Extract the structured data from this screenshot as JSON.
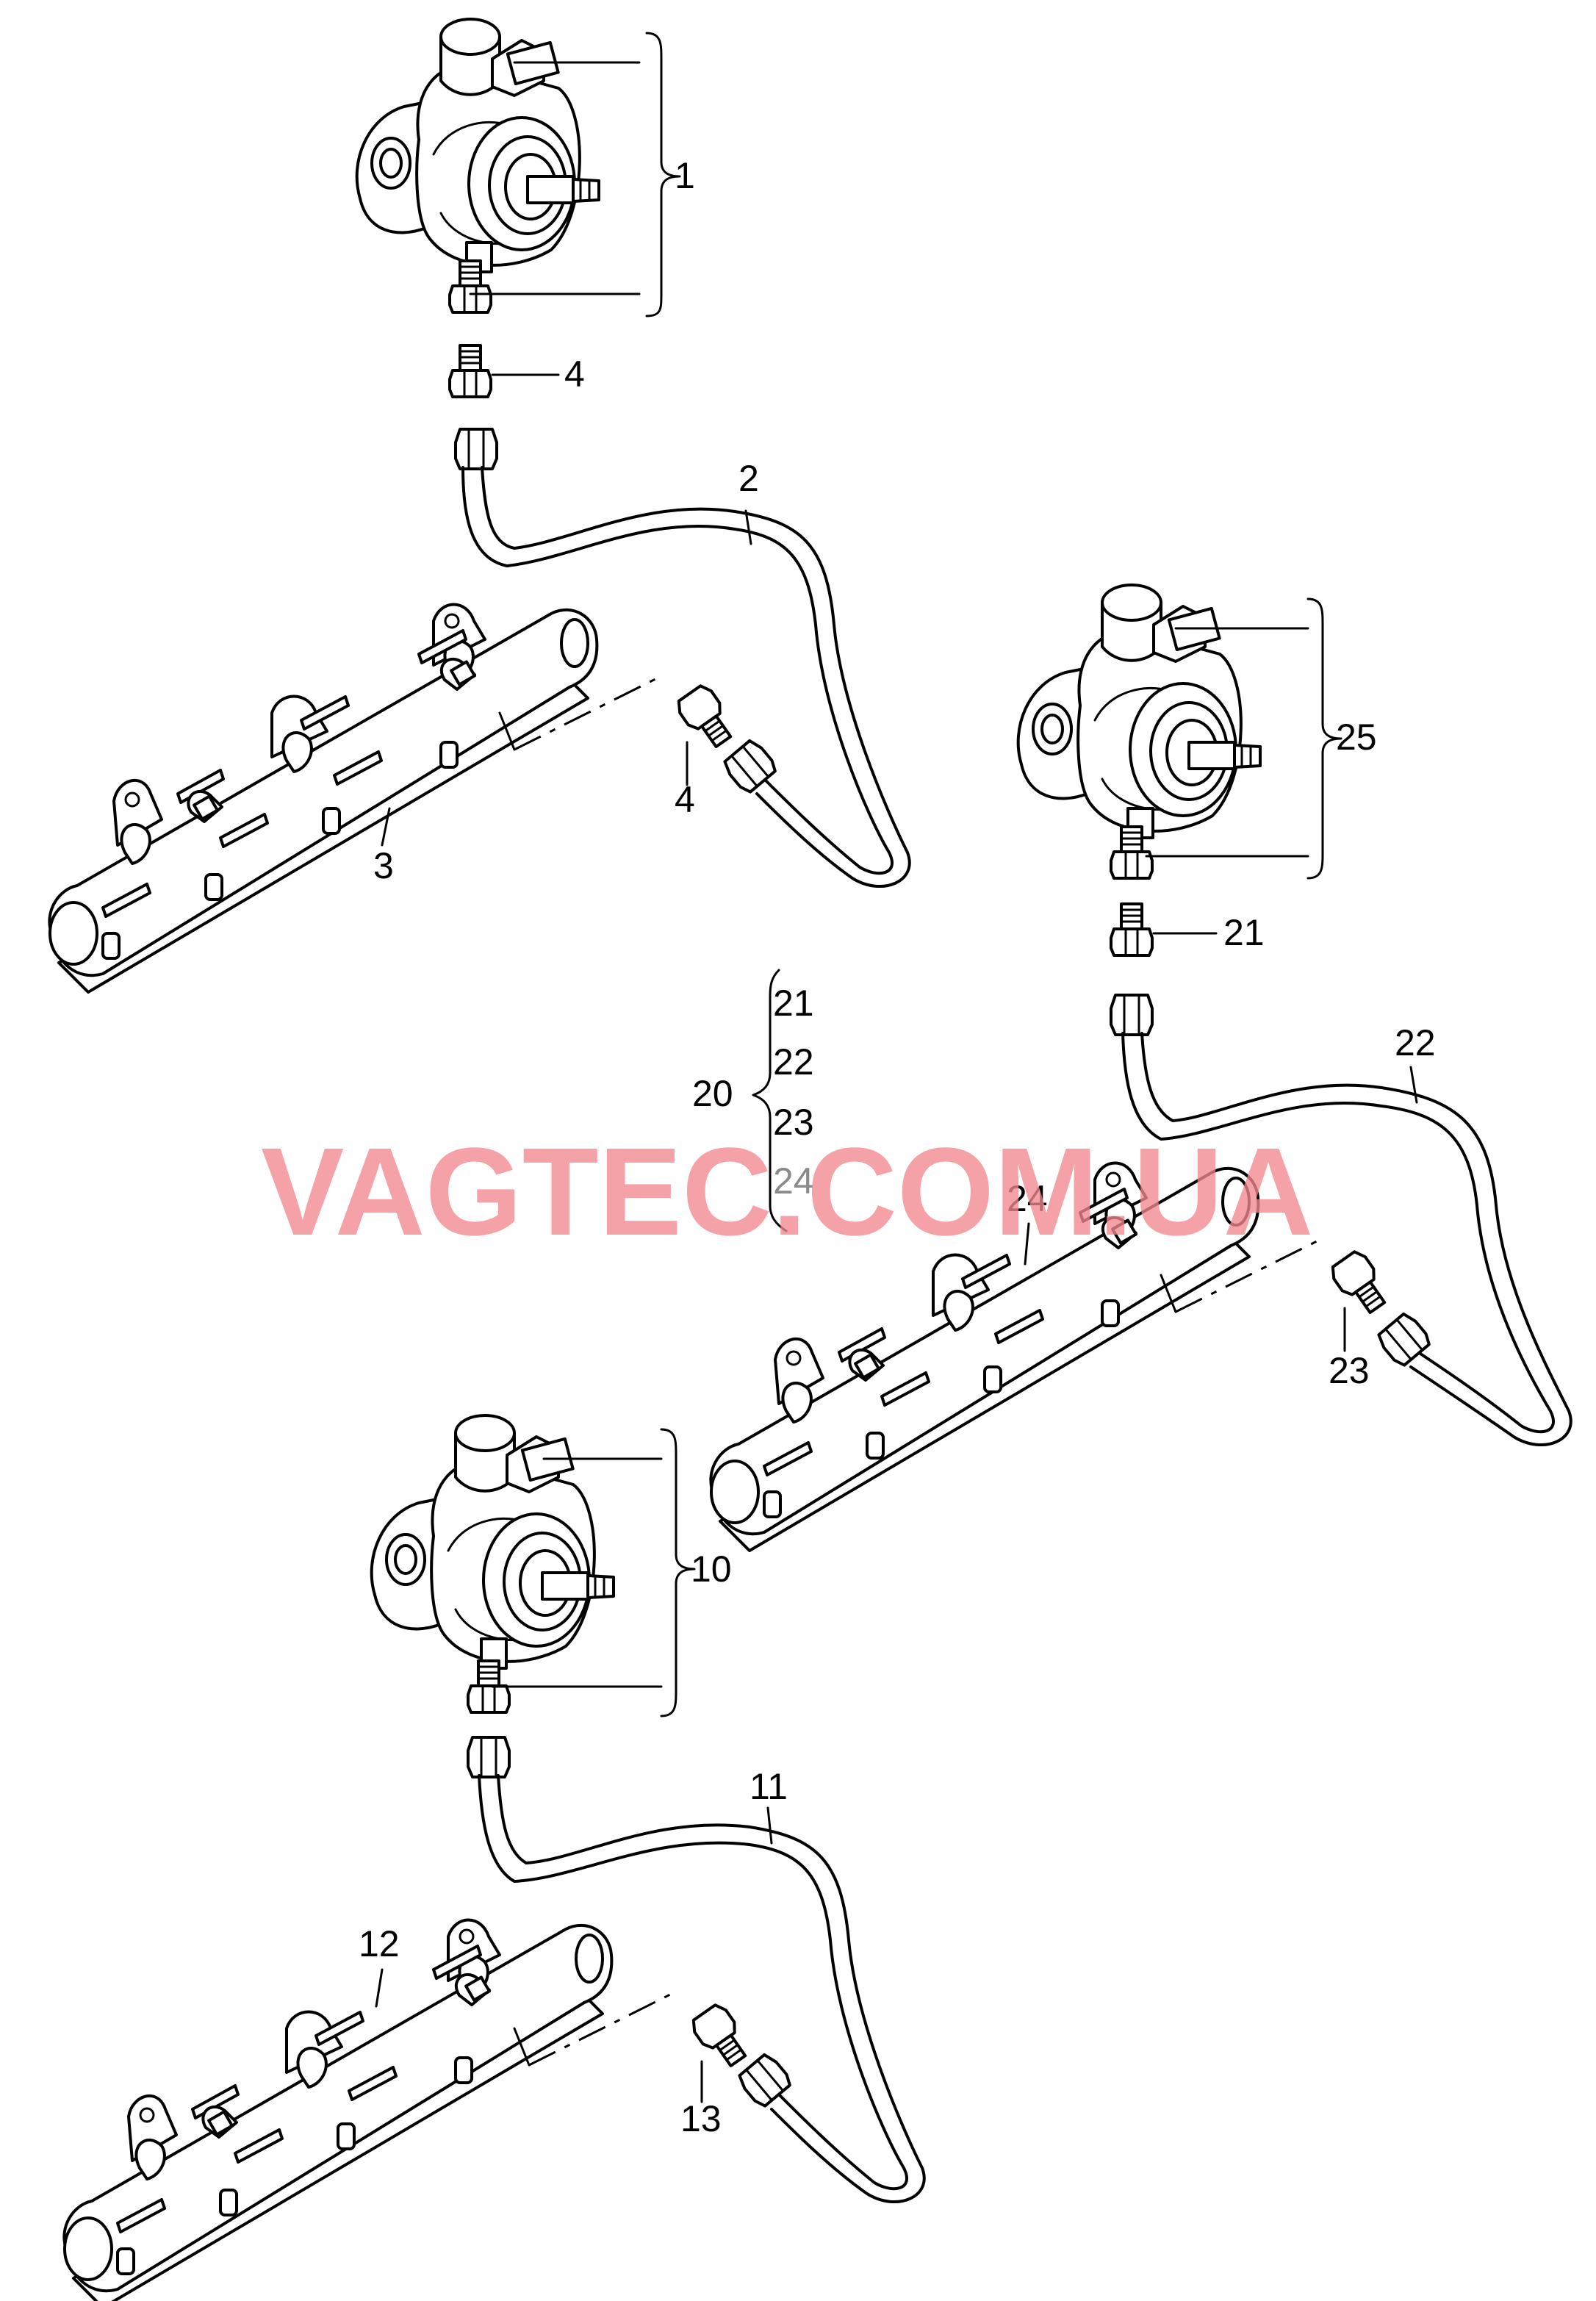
{
  "watermark": "VAGTEC.COM.UA",
  "callouts": {
    "c1": "1",
    "c2": "2",
    "c3": "3",
    "c4a": "4",
    "c4b": "4",
    "c10": "10",
    "c11": "11",
    "c12": "12",
    "c13": "13",
    "c20": "20",
    "c21a": "21",
    "c22a": "22",
    "c23a": "23",
    "c24a": "24",
    "c21b": "21",
    "c22b": "22",
    "c23b": "23",
    "c24b": "24",
    "c25": "25"
  },
  "colors": {
    "line": "#000000",
    "watermark": "#f2878f",
    "background": "#ffffff",
    "muted_callout": "#8a8a8a"
  }
}
